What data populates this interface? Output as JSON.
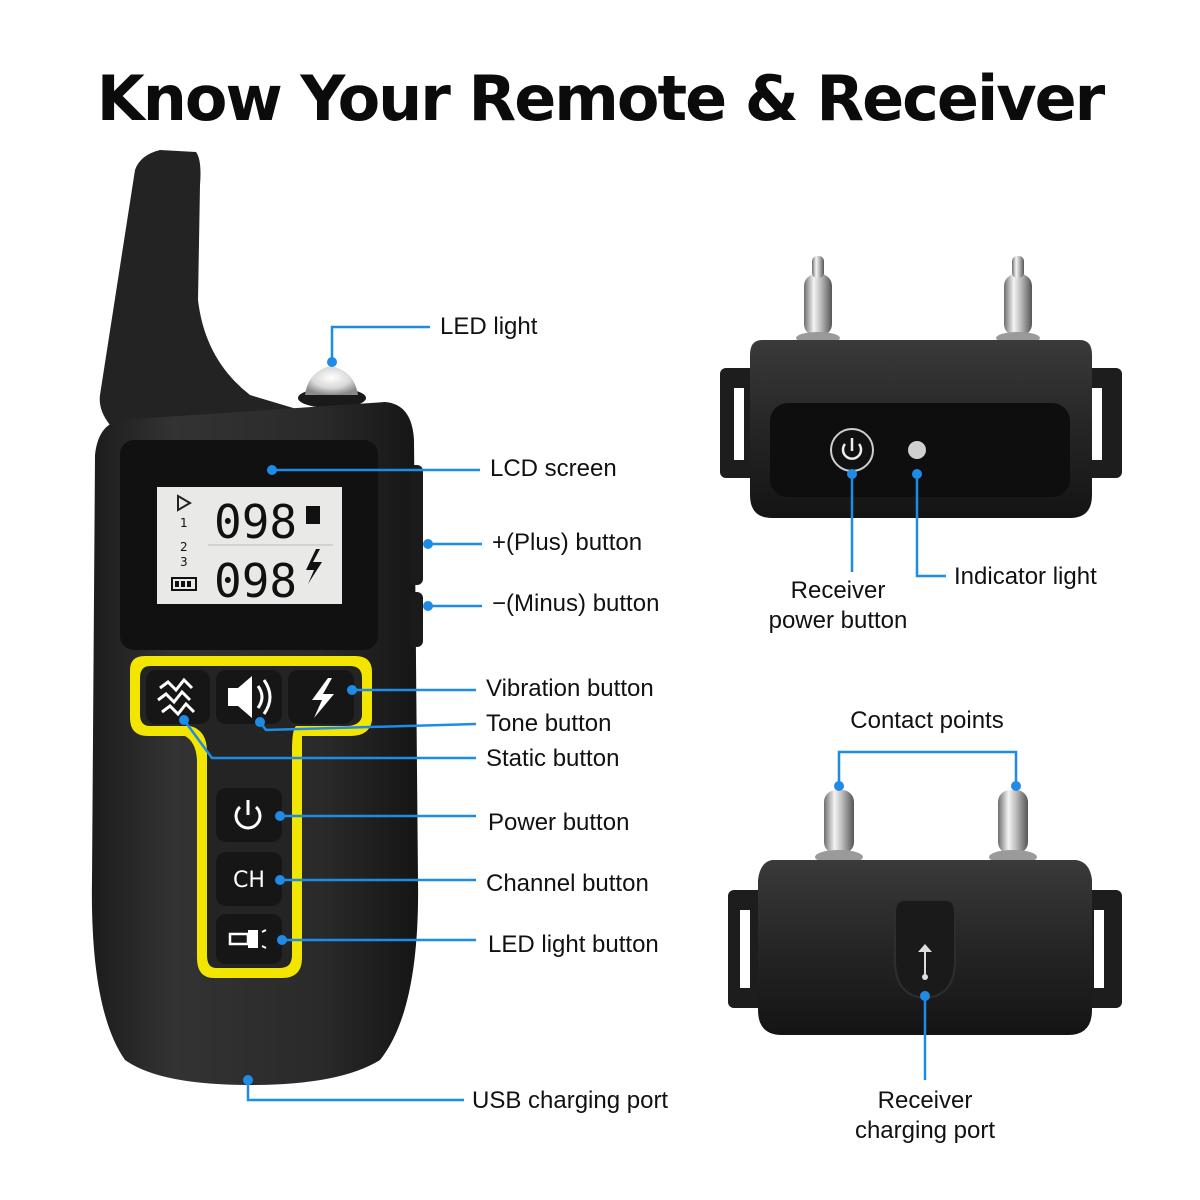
{
  "title": "Know Your Remote & Receiver",
  "colors": {
    "leader_line": "#1e8ce6",
    "accent_yellow": "#f2e600",
    "body_dark": "#2b2b2b",
    "lcd_background": "#e9eae8"
  },
  "remote": {
    "lcd": {
      "display_top": "098",
      "display_bottom": "098",
      "mode_1": "1",
      "mode_2": "2",
      "mode_3": "3"
    },
    "buttons": {
      "channel": "CH"
    },
    "labels": {
      "led_light": "LED light",
      "lcd_screen": "LCD screen",
      "plus_button": "+(Plus) button",
      "minus_button": "−(Minus) button",
      "vibration_button": "Vibration button",
      "tone_button": "Tone button",
      "static_button": "Static button",
      "power_button": "Power button",
      "channel_button": "Channel button",
      "led_light_button": "LED light button",
      "usb_charging_port": "USB charging port"
    }
  },
  "receiver": {
    "labels": {
      "power_button_line1": "Receiver",
      "power_button_line2": "power button",
      "indicator_light": "Indicator light",
      "contact_points": "Contact points",
      "charging_port_line1": "Receiver",
      "charging_port_line2": "charging port"
    }
  }
}
